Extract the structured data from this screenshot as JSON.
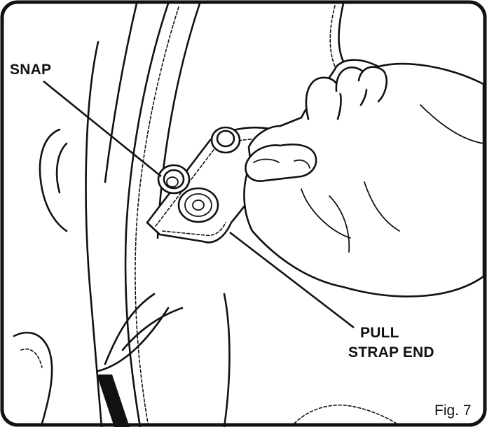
{
  "labels": {
    "snap": "SNAP",
    "pull_strap_end_line1": "PULL",
    "pull_strap_end_line2": "STRAP END",
    "figure_caption": "Fig. 7"
  }
}
